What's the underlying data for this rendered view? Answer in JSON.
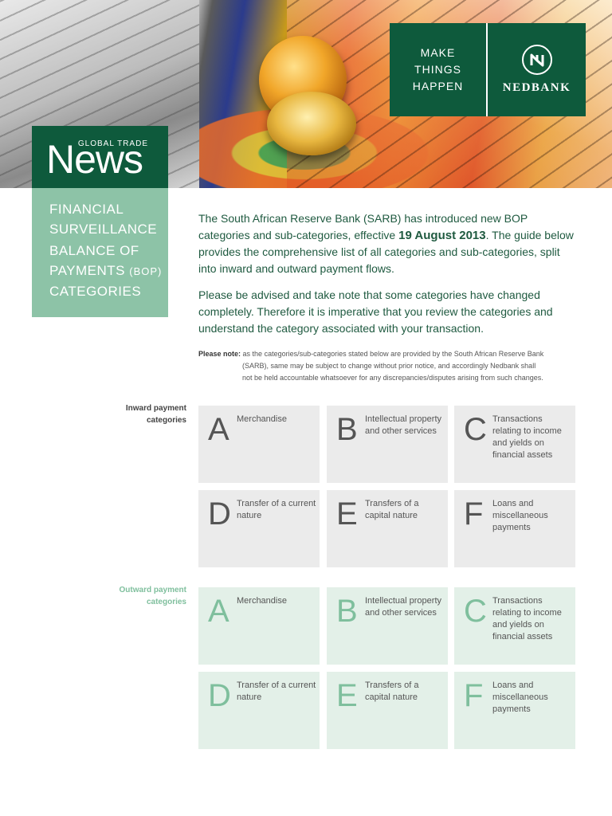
{
  "brand": {
    "tagline": [
      "MAKE",
      "THINGS",
      "HAPPEN"
    ],
    "name": "NEDBANK"
  },
  "masthead": {
    "small": "GLOBAL TRADE",
    "big": "News"
  },
  "title_panel": {
    "line1": "FINANCIAL",
    "line2": "SURVEILLANCE",
    "line3": "BALANCE OF",
    "line4_main": "PAYMENTS",
    "line4_bop": "(BOP)",
    "line5": "CATEGORIES"
  },
  "intro": {
    "p1_before": "The South African Reserve Bank (SARB) has introduced new BOP categories and sub-categories, effective ",
    "p1_date": "19 August 2013",
    "p1_after": ". The guide below provides the comprehensive list of all categories and sub-categories, split into inward and outward payment flows.",
    "p2": "Please be advised and take note that some categories have changed completely. Therefore it is imperative that you review the categories and understand the category associated with your transaction."
  },
  "note": {
    "label": "Please note:",
    "text1": "as the categories/sub-categories stated below are provided by the South African Reserve Bank",
    "text2": "(SARB), same may be subject to change without prior notice, and accordingly Nedbank shall",
    "text3": "not be held accountable whatsoever for any discrepancies/disputes arising from such changes."
  },
  "inward": {
    "label_line1": "Inward payment",
    "label_line2": "categories",
    "tiles": [
      {
        "letter": "A",
        "desc": "Merchandise"
      },
      {
        "letter": "B",
        "desc": "Intellectual property and other services"
      },
      {
        "letter": "C",
        "desc": "Transactions relating to income and yields on financial assets"
      },
      {
        "letter": "D",
        "desc": "Transfer of a current nature"
      },
      {
        "letter": "E",
        "desc": "Transfers of a capital nature"
      },
      {
        "letter": "F",
        "desc": "Loans and miscellaneous payments"
      }
    ]
  },
  "outward": {
    "label_line1": "Outward payment",
    "label_line2": "categories",
    "tiles": [
      {
        "letter": "A",
        "desc": "Merchandise"
      },
      {
        "letter": "B",
        "desc": "Intellectual property and other services"
      },
      {
        "letter": "C",
        "desc": "Transactions relating to income and yields on financial assets"
      },
      {
        "letter": "D",
        "desc": "Transfer of a current nature"
      },
      {
        "letter": "E",
        "desc": "Transfers of a capital nature"
      },
      {
        "letter": "F",
        "desc": "Loans and miscellaneous payments"
      }
    ]
  },
  "colors": {
    "brand_green": "#0e5a3c",
    "panel_green": "#8dc3a7",
    "outward_tile": "#e3f0e8",
    "inward_tile": "#ebebeb"
  }
}
